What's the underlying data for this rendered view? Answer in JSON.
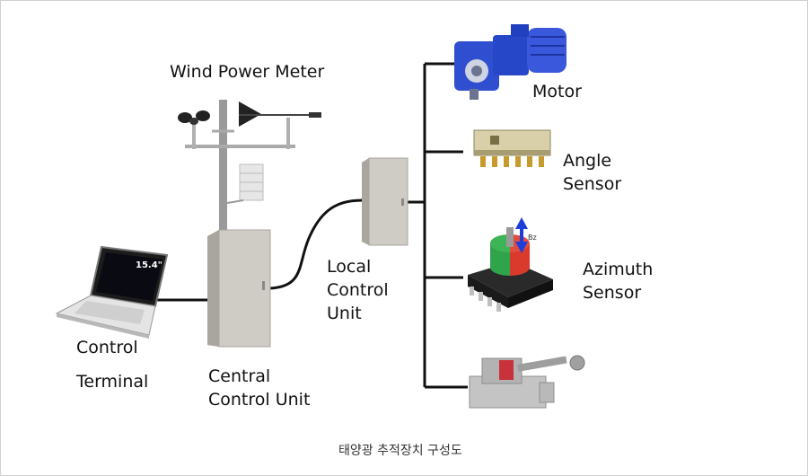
{
  "labels": {
    "wind_power_meter": "Wind Power Meter",
    "motor": "Motor",
    "angle_sensor": [
      "Angle",
      "Sensor"
    ],
    "azimuth_sensor": [
      "Azimuth",
      "Sensor"
    ],
    "local_control_unit": [
      "Local",
      "Control",
      "Unit"
    ],
    "control_terminal": [
      "Control",
      "Terminal"
    ],
    "central_control_unit": [
      "Central",
      "Control Unit"
    ],
    "laptop_screen_text": "15.4\"",
    "azimuth_field_label": "Bz"
  },
  "caption": "태양광 추적장치 구성도",
  "colors": {
    "connector": "#111111",
    "cabinet": "#c9c6bf",
    "motor": "#2747c9",
    "sensor_red": "#d93a2c",
    "sensor_green": "#2fa44a",
    "arrow_blue": "#1d3fd8"
  }
}
